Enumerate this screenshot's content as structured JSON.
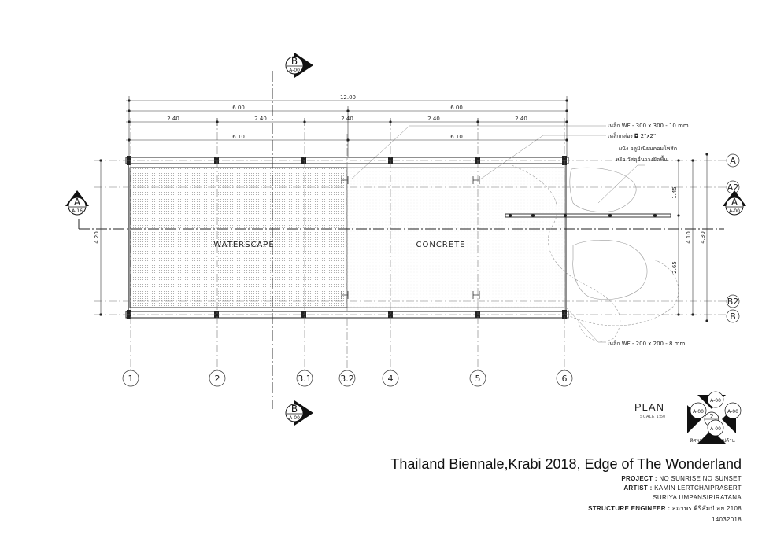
{
  "dimensions": {
    "overall": "12.00",
    "half_left": "6.00",
    "half_right": "6.00",
    "bays": [
      "2.40",
      "2.40",
      "2.40",
      "2.40",
      "2.40"
    ],
    "sub_left": "6.10",
    "sub_right": "6.10",
    "left_width": "4.20",
    "right_a2": "1.45",
    "right_b2": "2.65",
    "right_inner": "4.10",
    "right_outer": "4.30"
  },
  "areas": {
    "left": "WATERSCAPE",
    "right": "CONCRETE"
  },
  "notes": {
    "top_steel": "เหล็ก WF - 300 x 300 - 10 mm.",
    "box_steel": "เหล็กกล่อง ◘ 2\"x2\"",
    "bench1": "ผนัง อลูมิเนียมคอมโพสิต",
    "bench2": "หรือ วัสดุอื่นวางยึดพื้น",
    "bottom_steel": "เหล็ก WF - 200 x 200 - 8 mm."
  },
  "grid_lines": {
    "columns": [
      "1",
      "2",
      "3.1",
      "3.2",
      "4",
      "5",
      "6"
    ],
    "rows": [
      "A",
      "A2",
      "B2",
      "B"
    ]
  },
  "section_tags": {
    "top": {
      "letter": "B",
      "ref": "A-00"
    },
    "bottom": {
      "letter": "B",
      "ref": "A-00"
    },
    "left": {
      "letter": "A",
      "ref": "A-16"
    },
    "right": {
      "letter": "A",
      "ref": "A-00"
    }
  },
  "key_plan": {
    "number": "2",
    "refs": [
      "A-00",
      "A-00",
      "A-00",
      "A-00"
    ],
    "caption": "ทิศทางการมองรูปด้าน"
  },
  "plan_title": "PLAN",
  "plan_scale": "SCALE   1:50",
  "title_block": {
    "title": "Thailand Biennale,Krabi 2018, Edge of The Wonderland",
    "project_label": "PROJECT :",
    "project": "NO  SUNRISE   NO  SUNSET",
    "artist_label": "ARTIST :",
    "artist1": "KAMIN   LERTCHAIPRASERT",
    "artist2": "SURIYA UMPANSIRIRATANA",
    "engineer_label": "STRUCTURE ENGINEER :",
    "engineer": "สถาพร  ศิริสัมปั  สย.2108",
    "code": "14032018"
  }
}
